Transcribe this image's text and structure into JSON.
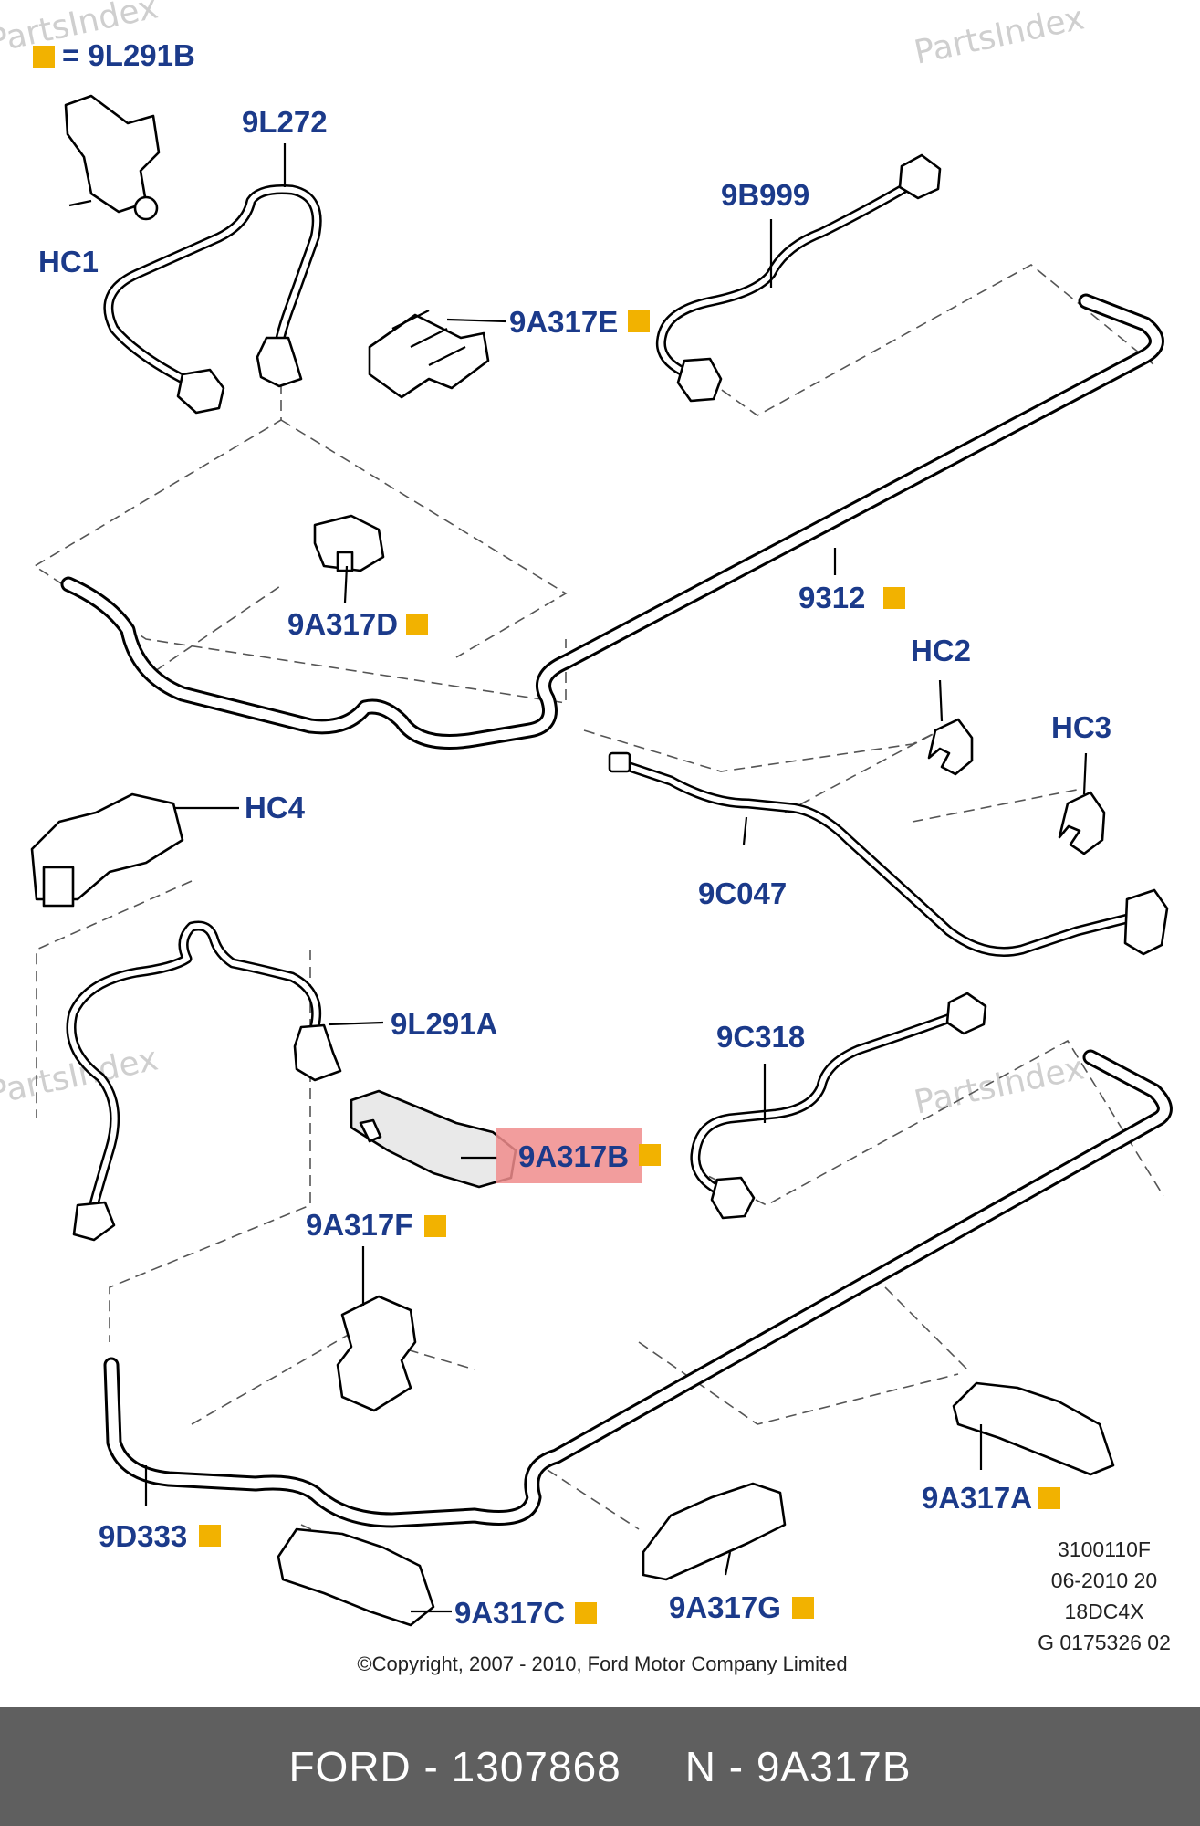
{
  "watermarks": [
    "PartsIndex",
    "PartsIndex",
    "PartsIndex",
    "PartsIndex"
  ],
  "legend": {
    "equals_code": "= 9L291B"
  },
  "labels": {
    "l_9L272": "9L272",
    "l_HC1": "HC1",
    "l_9B999": "9B999",
    "l_9A317E": "9A317E",
    "l_9A317D": "9A317D",
    "l_9312": "9312",
    "l_HC2": "HC2",
    "l_HC3": "HC3",
    "l_HC4": "HC4",
    "l_9C047": "9C047",
    "l_9L291A": "9L291A",
    "l_9C318": "9C318",
    "l_9A317B": "9A317B",
    "l_9A317F": "9A317F",
    "l_9A317A": "9A317A",
    "l_9D333": "9D333",
    "l_9A317C": "9A317C",
    "l_9A317G": "9A317G"
  },
  "highlight": {
    "part": "9A317B",
    "color": "#f08c8c"
  },
  "colors": {
    "label": "#1b3a8a",
    "marker": "#f2b200",
    "footer_bg": "#5f5f5f"
  },
  "meta": [
    "3100110F",
    "06-2010 20",
    "18DC4X",
    "G 0175326 02"
  ],
  "copyright": "©Copyright, 2007 - 2010, Ford Motor Company Limited",
  "footer": {
    "brand_part": "FORD - 1307868",
    "code": "N - 9A317B"
  }
}
